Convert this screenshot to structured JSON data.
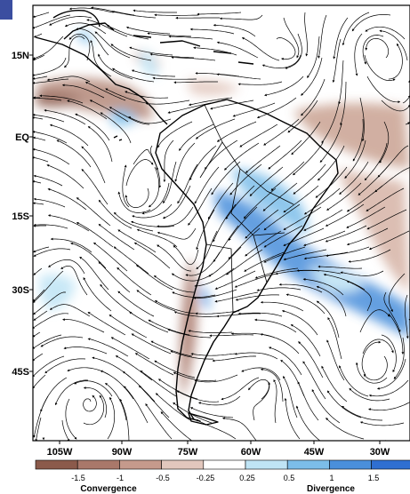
{
  "map": {
    "lat_labels": [
      "15N",
      "EQ",
      "15S",
      "30S",
      "45S"
    ],
    "lon_labels": [
      "105W",
      "90W",
      "75W",
      "60W",
      "45W",
      "30W"
    ],
    "streamline_color": "#000000",
    "coast_color": "#000000"
  },
  "legend": {
    "ticks": [
      "-1.5",
      "-1",
      "-0.5",
      "-0.25",
      "0.25",
      "0.5",
      "1",
      "1.5"
    ],
    "left_label": "Convergence",
    "right_label": "Divergence",
    "colors": [
      "#8b5a4b",
      "#a9786a",
      "#c59a8c",
      "#e2c7bd",
      "#ffffff",
      "#bfe4f5",
      "#7cbde9",
      "#4a8fdb",
      "#2f6fd1"
    ]
  }
}
